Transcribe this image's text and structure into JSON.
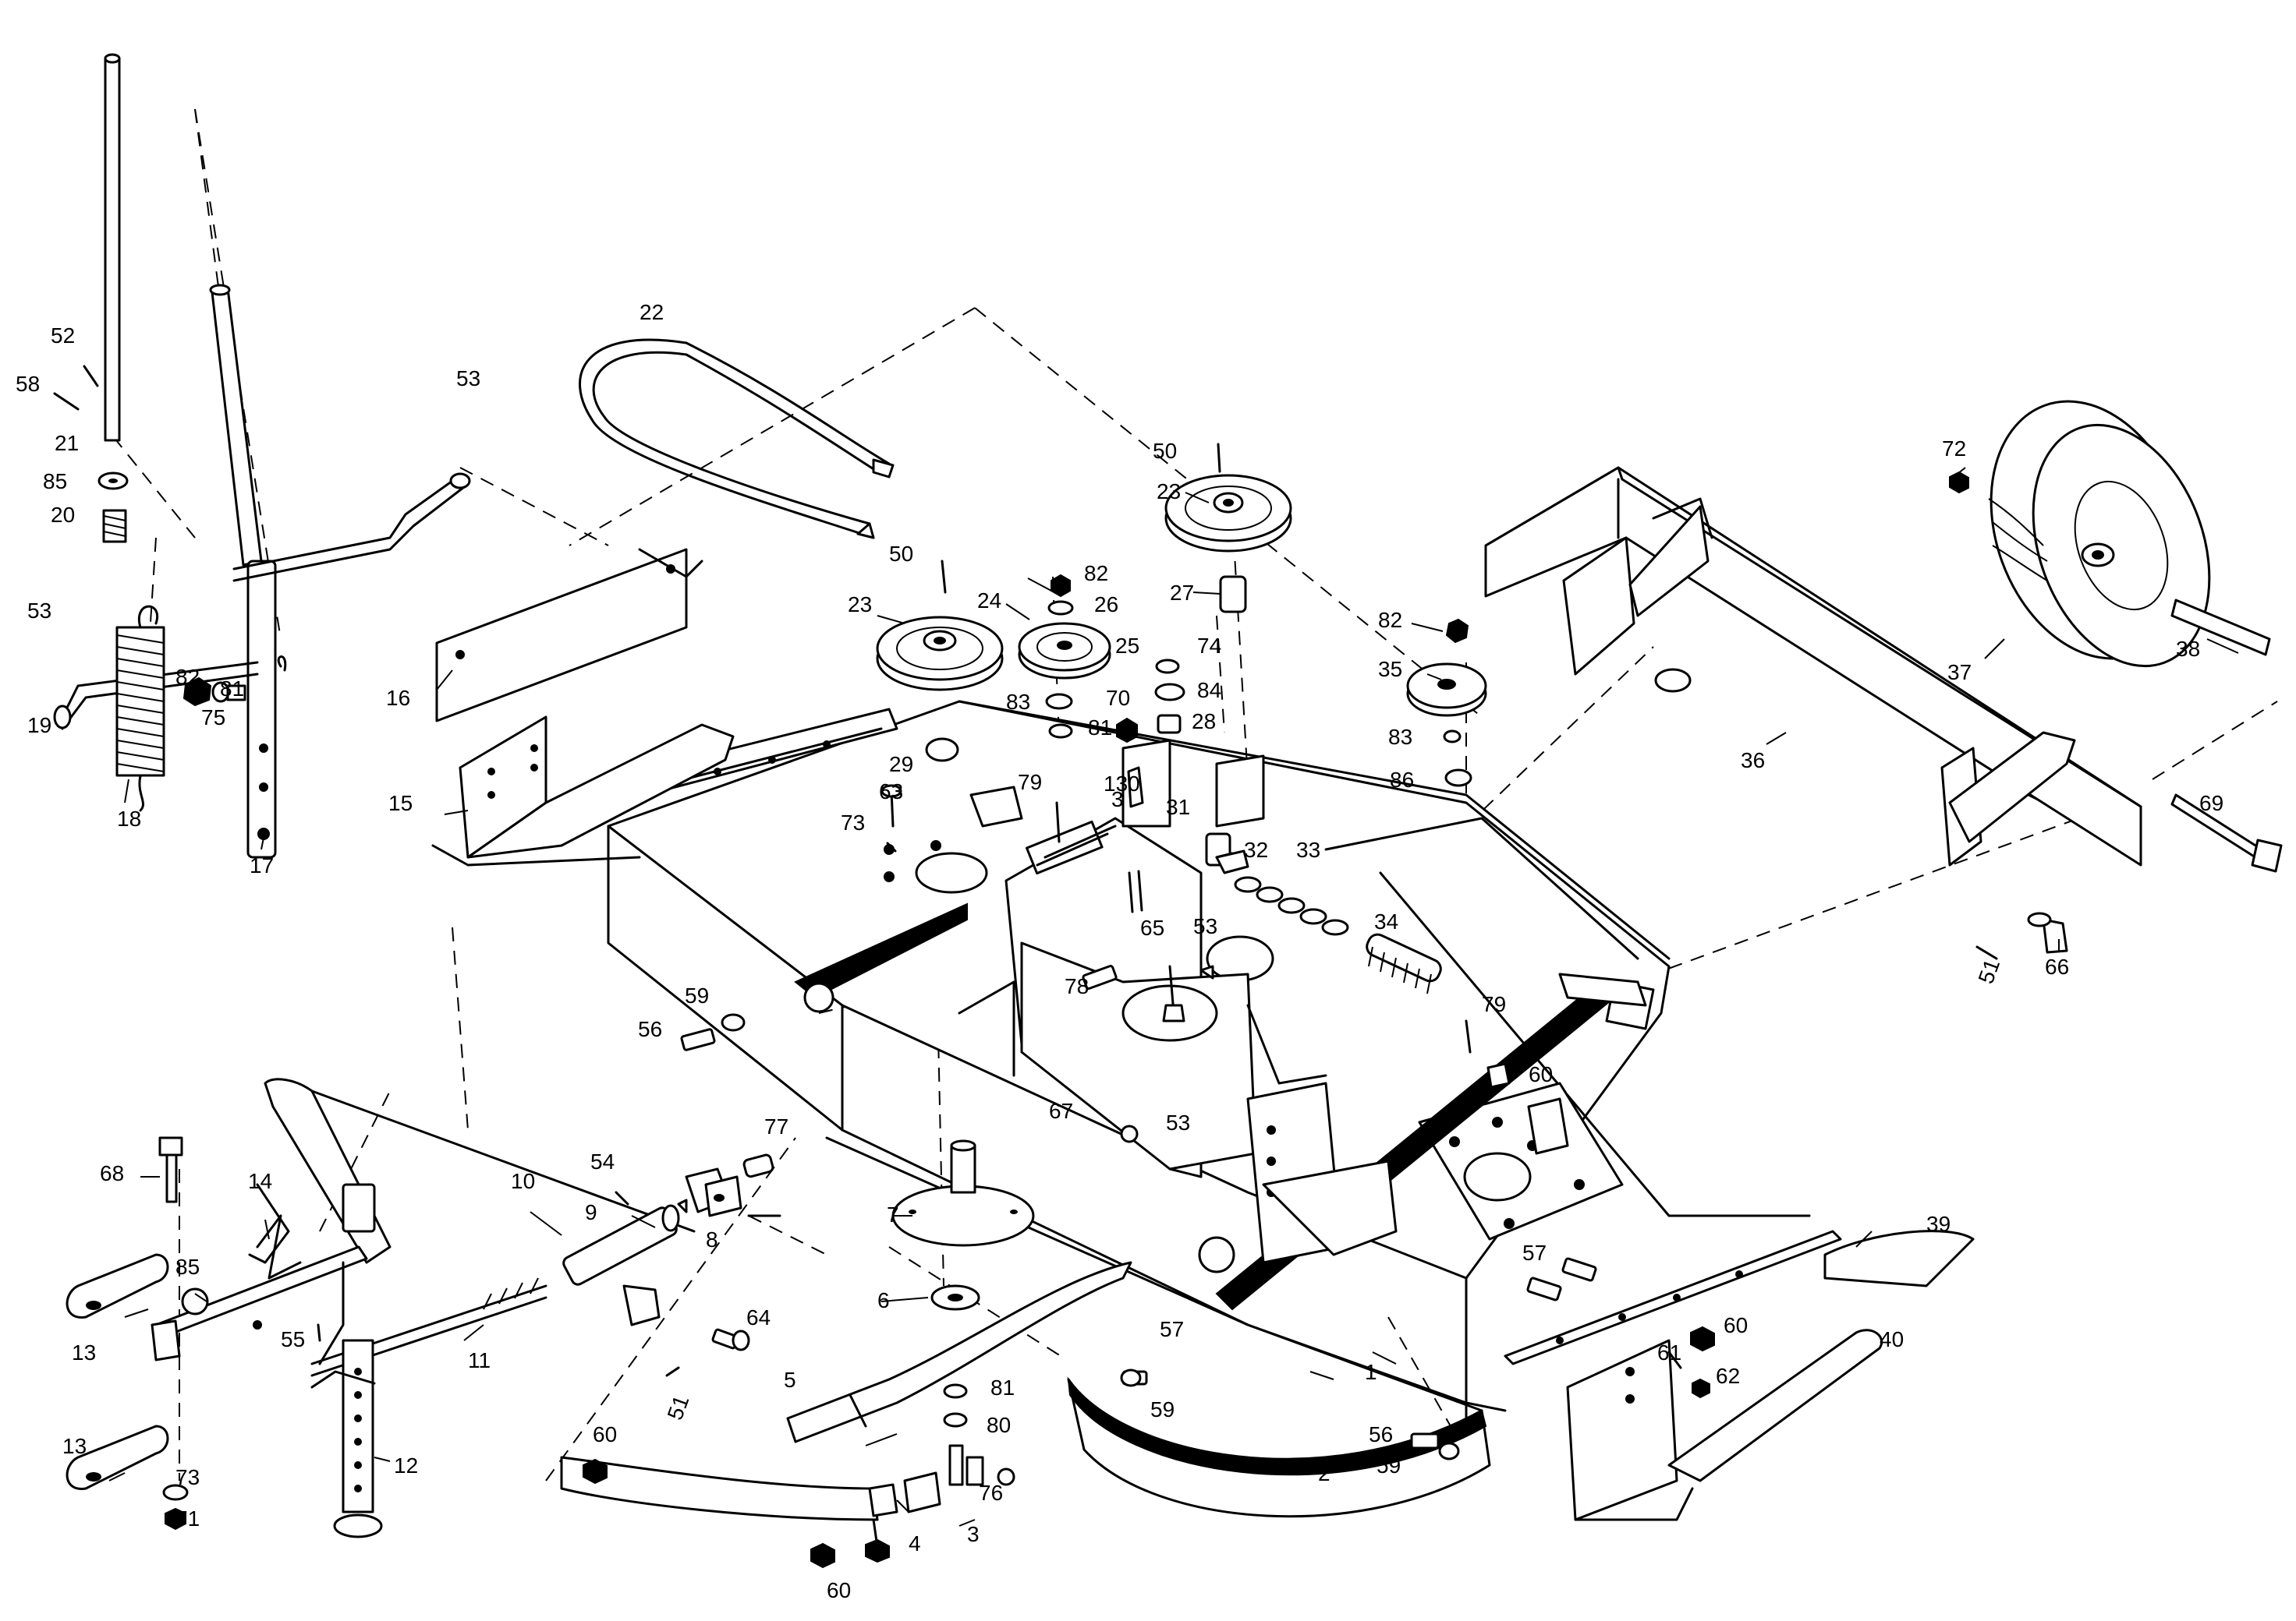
{
  "diagram": {
    "type": "exploded-parts-view",
    "part_labels": [
      "1",
      "2",
      "3",
      "3",
      "4",
      "5",
      "6",
      "7",
      "8",
      "9",
      "10",
      "11",
      "12",
      "13",
      "13",
      "14",
      "15",
      "16",
      "17",
      "18",
      "19",
      "20",
      "21",
      "22",
      "23",
      "23",
      "24",
      "25",
      "26",
      "27",
      "28",
      "29",
      "31",
      "32",
      "33",
      "34",
      "35",
      "36",
      "37",
      "38",
      "39",
      "40",
      "50",
      "50",
      "51",
      "51",
      "52",
      "53",
      "53",
      "53",
      "53",
      "54",
      "55",
      "56",
      "56",
      "57",
      "57",
      "58",
      "59",
      "59",
      "59",
      "60",
      "60",
      "60",
      "60",
      "61",
      "62",
      "63",
      "64",
      "65",
      "66",
      "67",
      "68",
      "69",
      "70",
      "71",
      "72",
      "73",
      "73",
      "74",
      "75",
      "76",
      "77",
      "78",
      "79",
      "79",
      "80",
      "81",
      "81",
      "81",
      "82",
      "82",
      "82",
      "83",
      "83",
      "84",
      "85",
      "85",
      "86",
      "130"
    ]
  }
}
